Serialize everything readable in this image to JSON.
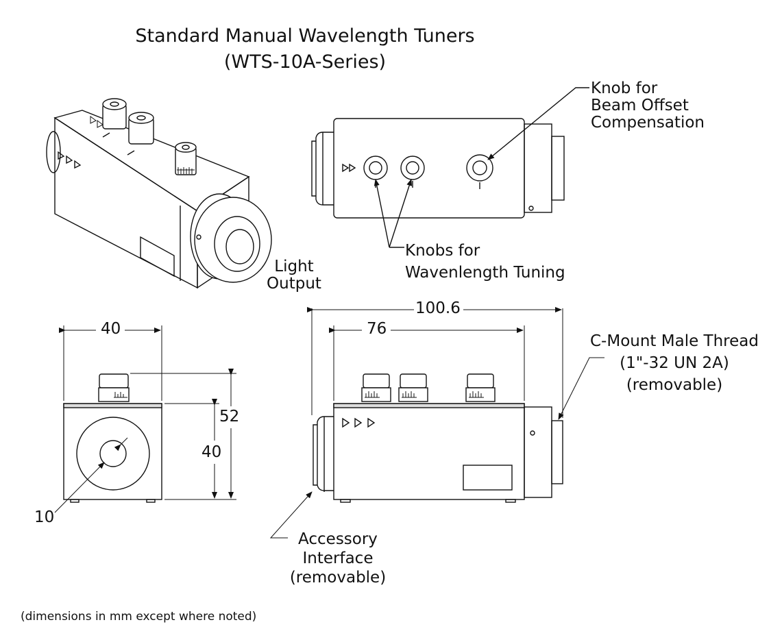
{
  "title": {
    "line1": "Standard Manual Wavelength Tuners",
    "line2": "(WTS-10A-Series)"
  },
  "labels": {
    "light_output": [
      "Light",
      "Output"
    ],
    "knob_beam_offset": [
      "Knob for",
      "Beam Offset",
      "Compensation"
    ],
    "knobs_tuning": [
      "Knobs for",
      "Wavenlength Tuning"
    ],
    "c_mount": [
      "C-Mount Male Thread",
      "(1\"-32 UN 2A)",
      "(removable)"
    ],
    "accessory": [
      "Accessory",
      "Interface",
      "(removable)"
    ]
  },
  "dimensions": {
    "width_end": "40",
    "height_total": "52",
    "height_body": "40",
    "aperture": "10",
    "overall_length": "100.6",
    "body_length": "76"
  },
  "footnote": "(dimensions in mm except where noted)",
  "colors": {
    "line": "#111111",
    "fill": "#ffffff",
    "shade": "#dddddd"
  }
}
